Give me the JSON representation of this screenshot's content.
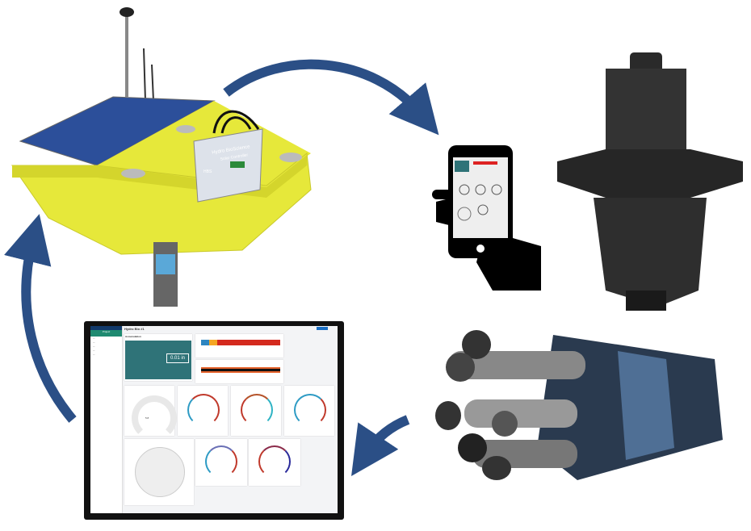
{
  "controller_label": {
    "brand": "Hydro BioScience",
    "subtitle": "Solar Controller",
    "logo": "HBS"
  },
  "dashboard": {
    "title": "Hydro Bio #1",
    "sidebar": {
      "project": "Project"
    },
    "accumulation": {
      "title": "Accumulation",
      "value": "0.01 in"
    },
    "gauge_value": "5.8"
  },
  "colors": {
    "arrow": "#2b4f86",
    "buoy": "#e6e83a",
    "teal": "#2f7378"
  }
}
